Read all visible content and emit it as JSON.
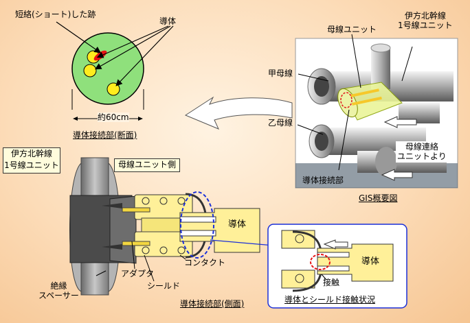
{
  "cross_section": {
    "short_mark_label": "短絡(ショート)した跡",
    "conductor_label": "導体",
    "dimension_label": "約60cm",
    "caption": "導体接続部(断面)"
  },
  "gis": {
    "busbar_unit_label": "母線ユニット",
    "line_unit_label_1": "伊方北幹線",
    "line_unit_label_2": "1号線ユニット",
    "bus_a_label": "甲母線",
    "bus_b_label": "乙母線",
    "connection_unit_label_1": "母線連絡",
    "connection_unit_label_2": "ユニットより",
    "conductor_joint_label": "導体接続部",
    "caption": "GIS概要図"
  },
  "side_view": {
    "line_unit_label_1": "伊方北幹線",
    "line_unit_label_2": "1号線ユニット",
    "busbar_side_label": "母線ユニット側",
    "conductor_label": "導体",
    "contact_label": "コンタクト",
    "adapter_label": "アダプタ",
    "shield_label": "シールド",
    "spacer_label_1": "絶縁",
    "spacer_label_2": "スペーサー",
    "caption": "導体接続部(側面)"
  },
  "detail": {
    "conductor_label": "導体",
    "contact_label": "接触",
    "caption": "導体とシールド接触状況"
  },
  "colors": {
    "circle_fill": "#8fe07c",
    "conductor_dot": "#ffec1e",
    "short_mark": "#e81414",
    "highlight_dash": "#1a2fd8",
    "callout_box": "#fffcdc"
  }
}
